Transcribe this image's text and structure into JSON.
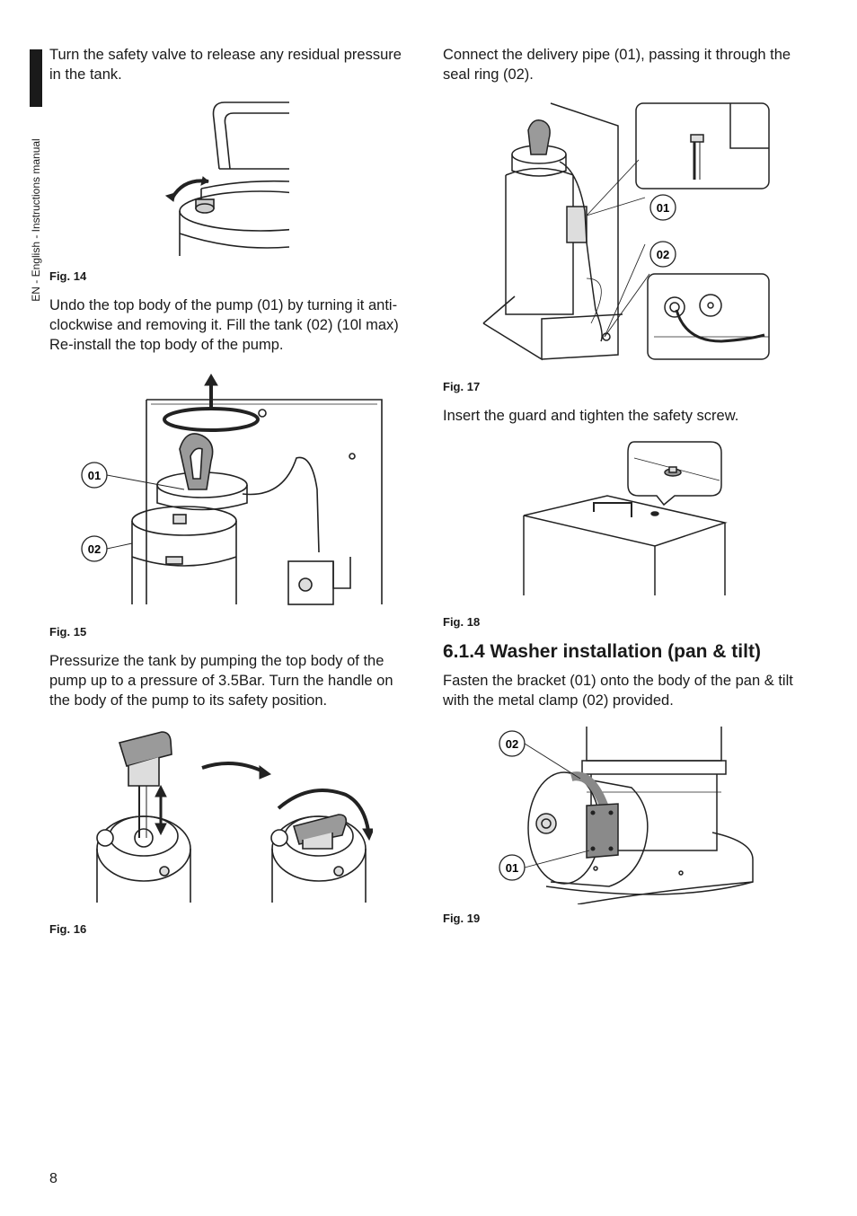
{
  "side_label": "EN - English - Instructions manual",
  "page_number": "8",
  "left": {
    "p1": "Turn the safety valve to release any residual pressure in the tank.",
    "fig14": "Fig. 14",
    "p2": "Undo the top body of the pump (01) by turning it anti-clockwise and removing it. Fill the tank (02) (10l max) Re-install the top body of the pump.",
    "fig15": "Fig. 15",
    "fig15_callouts": [
      "01",
      "02"
    ],
    "p3": "Pressurize the tank by pumping the top body of the pump up to a pressure of 3.5Bar. Turn the handle on the body of the pump to its safety position.",
    "fig16": "Fig. 16"
  },
  "right": {
    "p1": "Connect the delivery pipe (01), passing it through the seal ring (02).",
    "fig17": "Fig. 17",
    "fig17_callouts": [
      "01",
      "02"
    ],
    "p2": "Insert the guard and tighten the safety screw.",
    "fig18": "Fig. 18",
    "section_title": "6.1.4 Washer installation (pan & tilt)",
    "p3": "Fasten the bracket (01) onto the body of the pan & tilt with the metal clamp (02) provided.",
    "fig19": "Fig. 19",
    "fig19_callouts": [
      "02",
      "01"
    ]
  }
}
